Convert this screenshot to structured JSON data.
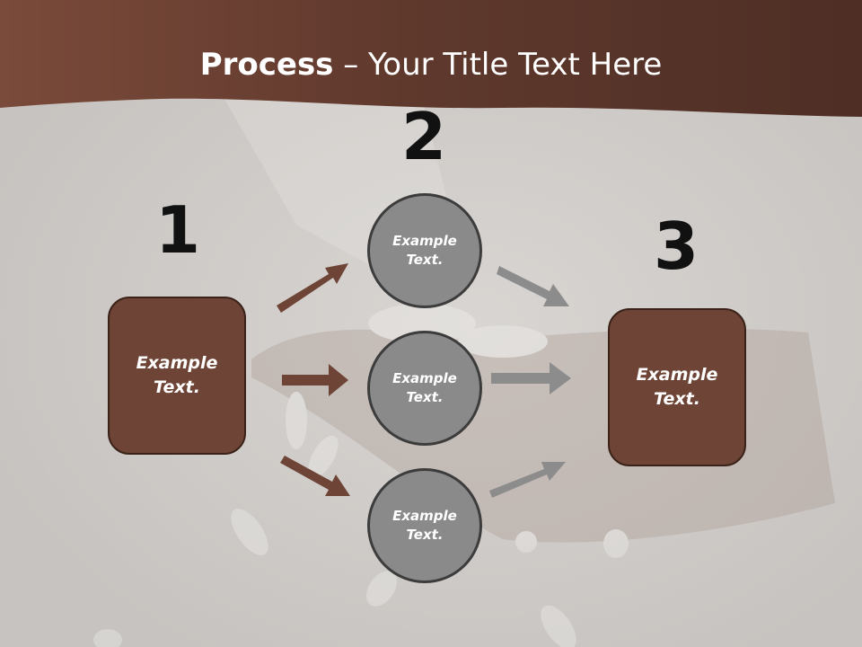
{
  "title": {
    "bold": "Process",
    "rest": " – Your Title Text Here"
  },
  "steps": [
    {
      "number": "1",
      "label": "Example\nText."
    },
    {
      "number": "2",
      "label": "Example\nText."
    },
    {
      "number": "3",
      "label": "Example\nText."
    }
  ],
  "circles": [
    {
      "label": "Example\nText."
    },
    {
      "label": "Example\nText."
    },
    {
      "label": "Example\nText."
    }
  ],
  "colors": {
    "header": "#6b4034",
    "box": "#6e4436",
    "circle": "#8a8a8a",
    "arrow_in": "#6e4436",
    "arrow_out": "#8c8c8c"
  }
}
